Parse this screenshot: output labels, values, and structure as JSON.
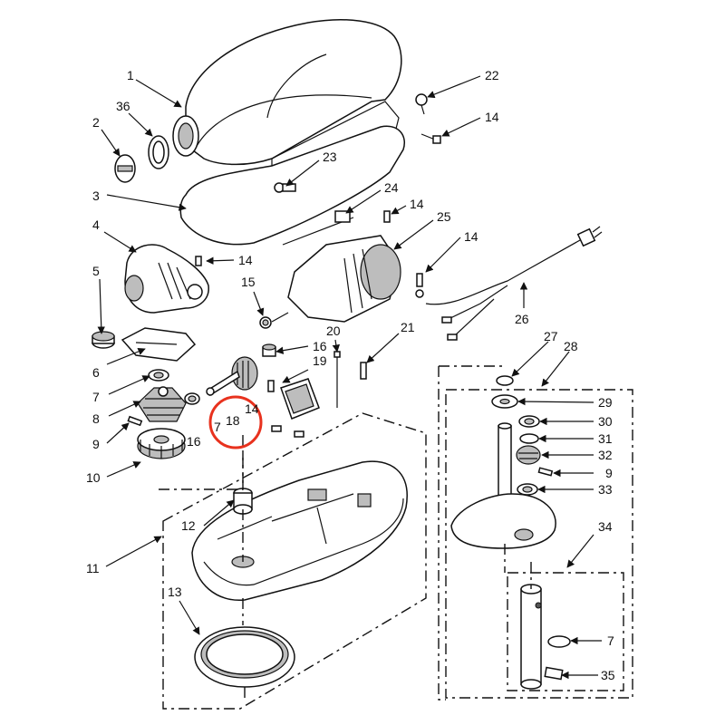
{
  "diagram": {
    "highlight_color": "#e8321e",
    "highlighted_part": "18",
    "labels": {
      "p1": "1",
      "p2": "2",
      "p3": "3",
      "p4": "4",
      "p5": "5",
      "p6": "6",
      "p7a": "7",
      "p7b": "7",
      "p7c": "7",
      "p8": "8",
      "p9a": "9",
      "p9b": "9",
      "p10": "10",
      "p11": "11",
      "p12": "12",
      "p13": "13",
      "p14a": "14",
      "p14b": "14",
      "p14c": "14",
      "p14d": "14",
      "p14e": "14",
      "p15": "15",
      "p16a": "16",
      "p16b": "16",
      "p18": "18",
      "p19": "19",
      "p20": "20",
      "p21": "21",
      "p22": "22",
      "p23": "23",
      "p24": "24",
      "p25": "25",
      "p26": "26",
      "p27": "27",
      "p28": "28",
      "p29": "29",
      "p30": "30",
      "p31": "31",
      "p32": "32",
      "p33": "33",
      "p34": "34",
      "p35": "35",
      "p36": "36"
    }
  }
}
